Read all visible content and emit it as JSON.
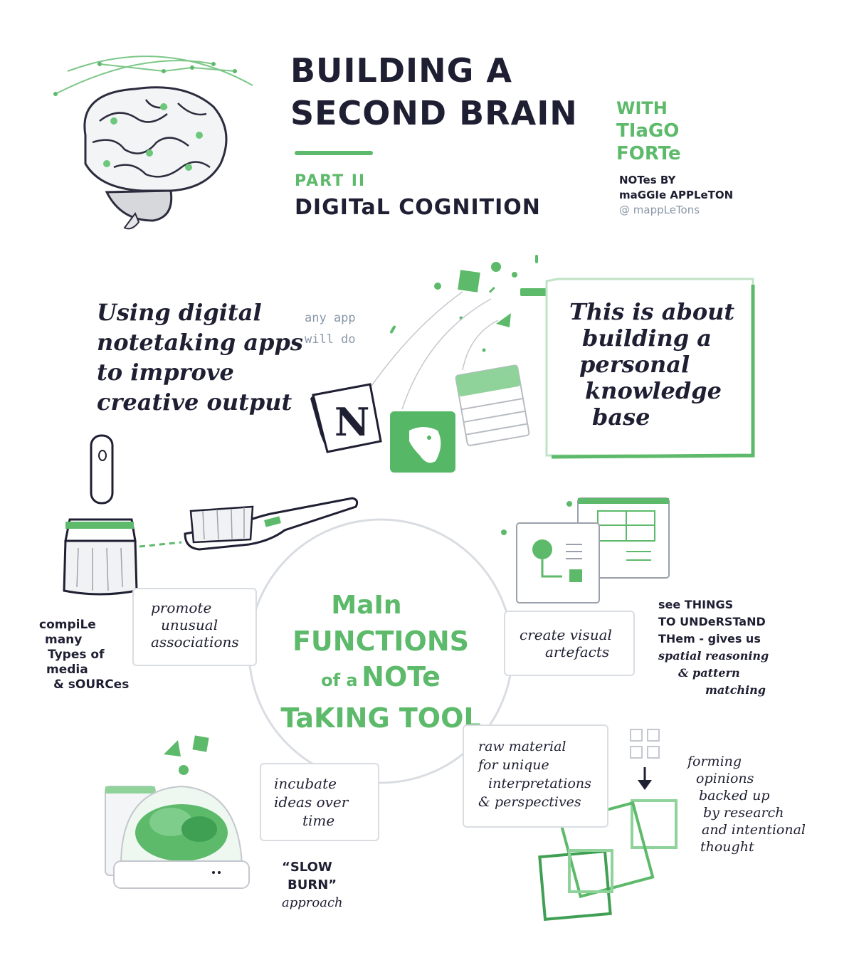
{
  "header": {
    "title_line1": "BUILDING A",
    "title_line2": "SECOND BRAIN",
    "with": "WITH",
    "author_first": "TIaGO",
    "author_last": "FORTe",
    "part": "PART II",
    "subtitle": "DIGITaL COGNITION",
    "notes_by": "NOTes BY",
    "note_author": "maGGIe APPLeTON",
    "handle": "@ mappLeTons"
  },
  "intro": {
    "lines": [
      "Using digital",
      "notetaking apps",
      "to improve",
      "creative output"
    ],
    "aside_lines": [
      "any app",
      "will do"
    ],
    "card_lines": [
      "This is about",
      "building a",
      "personal",
      "knowledge",
      "base"
    ],
    "notion_letter": "N"
  },
  "center": {
    "line1": "MaIn",
    "line2": "FUNCTIONS",
    "line3_small": "of a",
    "line3_big": "NOTe",
    "line4": "TaKING TOOL"
  },
  "functions": {
    "promote": [
      "promote",
      "unusual",
      "associations"
    ],
    "compile": [
      "compiLe",
      "many",
      "Types of",
      "media",
      "& sOURCes"
    ],
    "visual": [
      "create visual",
      "artefacts"
    ],
    "see": [
      "see THINGS",
      "TO UNDeRSTaND",
      "THem - gives us",
      "spatial reasoning",
      "& pattern",
      "matching"
    ],
    "incubate": [
      "incubate",
      "ideas over",
      "time"
    ],
    "slow": [
      "“SLOW",
      "BURN”",
      "approach"
    ],
    "raw": [
      "raw material",
      "for unique",
      "interpretations",
      "& perspectives"
    ],
    "forming": [
      "forming",
      "opinions",
      "backed up",
      "by research",
      "and intentional",
      "thought"
    ]
  },
  "colors": {
    "ink": "#1f1f33",
    "accent": "#5cba6a",
    "accent_dark": "#3f9f53",
    "muted": "#8a97a8",
    "box_border": "#d9dde2"
  }
}
